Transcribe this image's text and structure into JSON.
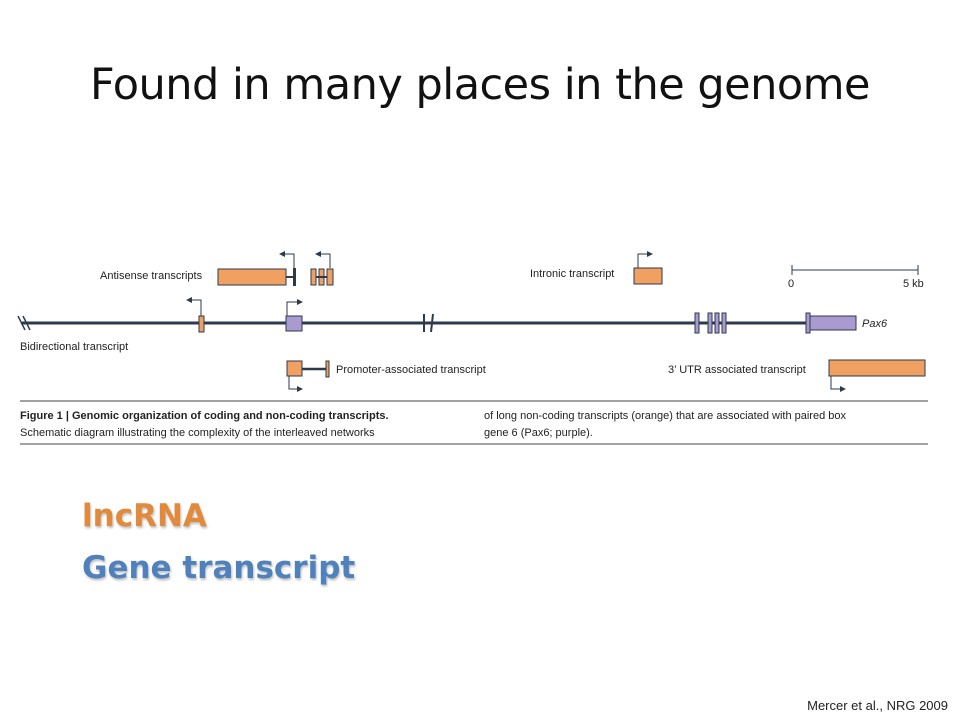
{
  "slide": {
    "title": "Found in many places in the genome",
    "citation": "Mercer et al., NRG 2009"
  },
  "figure": {
    "labels": {
      "antisense": "Antisense transcripts",
      "intronic": "Intronic transcript",
      "bidirectional": "Bidirectional transcript",
      "promoter": "Promoter-associated transcript",
      "utr": "3’ UTR associated transcript",
      "gene": "Pax6"
    },
    "scale_bar": {
      "start": "0",
      "end": "5 kb"
    },
    "caption": {
      "bold": "Figure 1 | Genomic organization of coding and non-coding transcripts.",
      "line2_left": "Schematic diagram illustrating the complexity of the interleaved networks",
      "line1_right": "of long non-coding transcripts (orange) that are associated with paired box",
      "line2_right": "gene 6 (Pax6; purple)."
    },
    "colors": {
      "lncrna": "#f0a060",
      "gene": "#a99bd0",
      "backbone": "#2e3a4c"
    }
  },
  "legend": {
    "lncrna": "lncRNA",
    "gene_transcript": "Gene transcript"
  }
}
